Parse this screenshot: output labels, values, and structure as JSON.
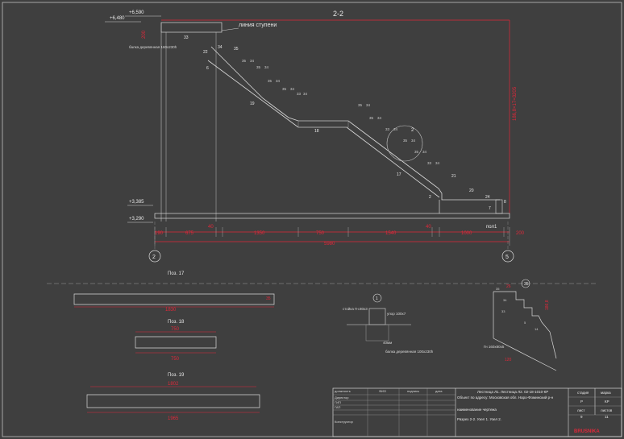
{
  "section": {
    "title": "2-2",
    "step_line_label": "линия ступени",
    "beam_label_top": "балка деревянная\n160х230h",
    "elevations": [
      "+6,590",
      "+6,480",
      "+3,385",
      "+3,290"
    ],
    "height_vertical": "200",
    "stair_height_dim": "186,8×17=3205",
    "dims_bottom": [
      "190",
      "675",
      "40",
      "1350",
      "750",
      "1540",
      "40",
      "1000",
      "200"
    ],
    "dim_total": "5980",
    "axes": [
      "2",
      "5"
    ],
    "pos_numbers": [
      "33",
      "34",
      "35",
      "22",
      "6",
      "19",
      "18",
      "17",
      "21",
      "20",
      "24",
      "7",
      "8",
      "2"
    ],
    "floor_label": "пол1"
  },
  "positions": [
    {
      "title": "Поз. 17",
      "dim": "1830",
      "end_dim": "35"
    },
    {
      "title": "Поз. 18",
      "dim_top": "750",
      "dim_bottom": "750"
    },
    {
      "title": "Поз. 19",
      "dim_top": "1802",
      "dim_bottom": "1965"
    }
  ],
  "node1": {
    "number": "1",
    "label_post": "стойка Гн.80х3",
    "label_plate": "упор 100х7",
    "label_beam": "балка деревянная\n100х230h",
    "dim": "40мм"
  },
  "node2": {
    "number": "2",
    "dims": [
      "35",
      "26",
      "186,8"
    ],
    "labels": [
      "35",
      "34",
      "33",
      "5",
      "14"
    ],
    "beam": "Гн\n160х80х5",
    "dim_bottom": "120"
  },
  "title_block": {
    "row_heads": [
      "должность",
      "ФИО",
      "подпись",
      "дата"
    ],
    "roles": [
      "Директор",
      "ГИП",
      "ГАП",
      "Конструктор"
    ],
    "code": "Лестница Л1. Лестница Л2. 02-18-1010-КР",
    "address": "Объект по адресу: Московская обл.\nНаро-Фоминский р-н",
    "drawing_name": "наименование чертежа",
    "sheet_content": "Разрез 2-2. Узел 1. Узел 2.",
    "stage_head": "стадия",
    "stage": "Р",
    "mark_head": "марка",
    "mark": "КР",
    "sheet_head": "лист",
    "sheet": "9",
    "sheets_head": "листов",
    "sheets": "11",
    "company": "BRUSNIKA"
  },
  "colors": {
    "background": "#3f3f3f",
    "line": "#d9d9d9",
    "dim": "#e0283a",
    "gray": "#9a9a9a"
  }
}
